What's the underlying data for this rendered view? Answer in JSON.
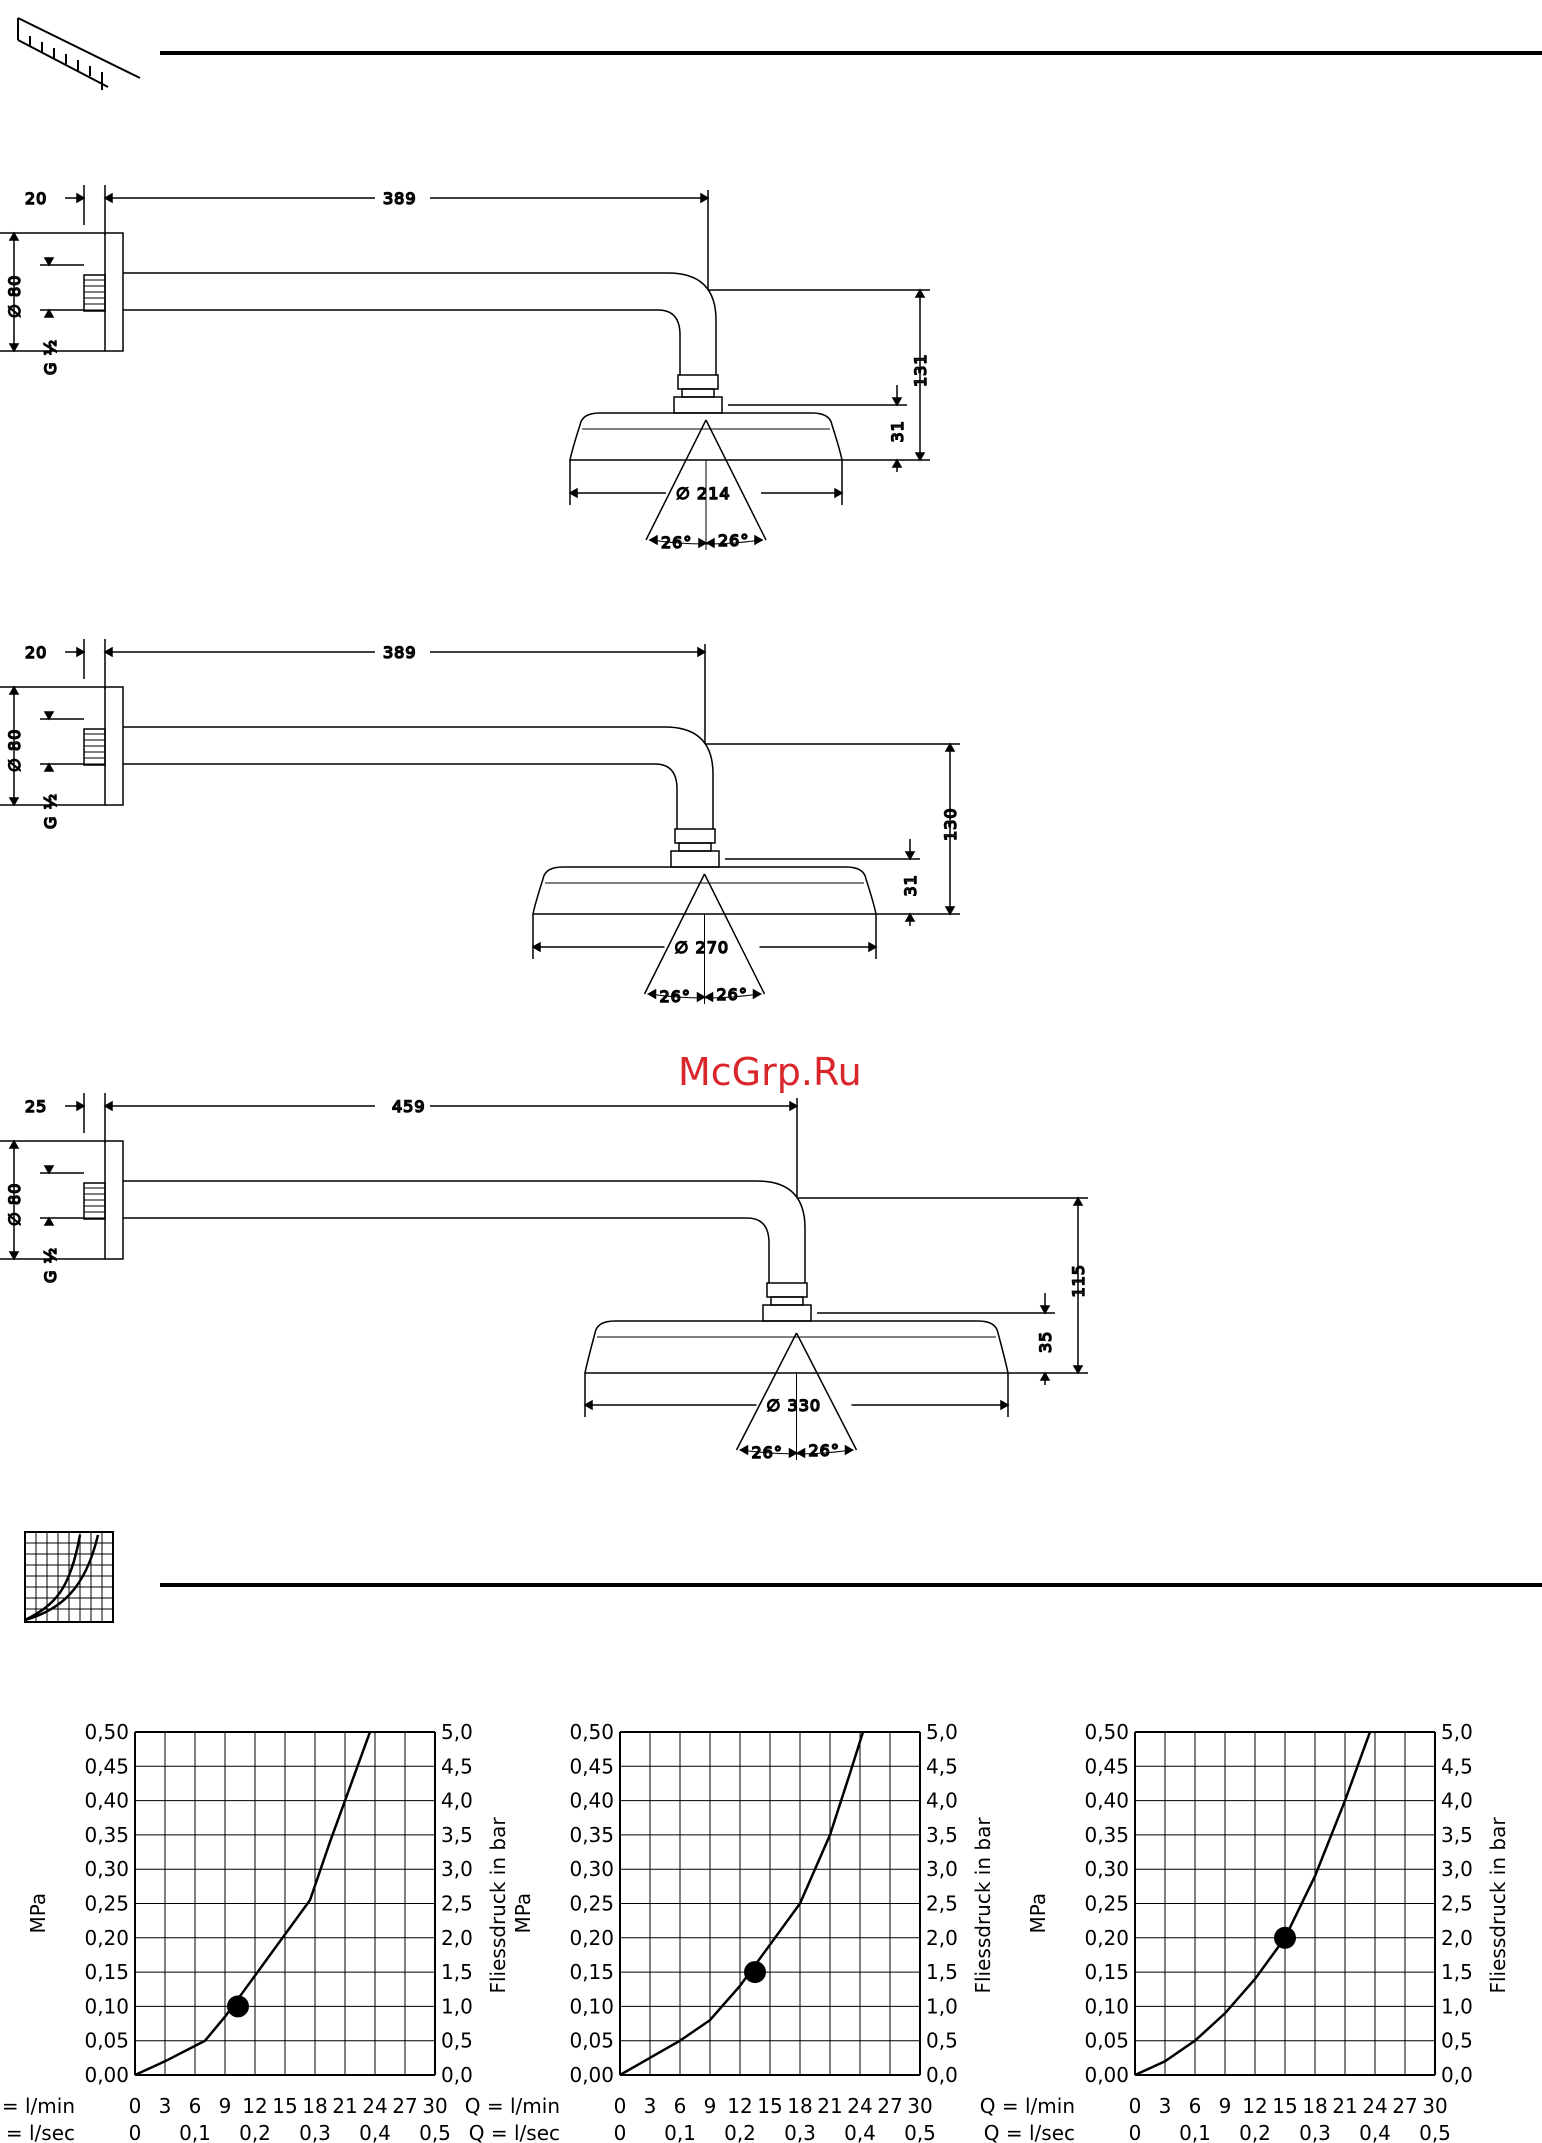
{
  "watermark": "McGrp.Ru",
  "drawings": [
    {
      "flange": "20",
      "reach": "389",
      "rose": "80",
      "thread": "G ½",
      "height": "131",
      "head_h": "31",
      "diam": "214",
      "angle_l": "26°",
      "angle_r": "26°"
    },
    {
      "flange": "20",
      "reach": "389",
      "rose": "80",
      "thread": "G ½",
      "height": "130",
      "head_h": "31",
      "diam": "270",
      "angle_l": "26°",
      "angle_r": "26°"
    },
    {
      "flange": "25",
      "reach": "459",
      "rose": "80",
      "thread": "G ½",
      "height": "115",
      "head_h": "35",
      "diam": "330",
      "angle_l": "26°",
      "angle_r": "26°"
    }
  ],
  "axis_labels": {
    "left": "MPa",
    "right": "Fliessdruck in bar",
    "q_min": "Q = l/min",
    "q_sec": "Q = l/sec"
  },
  "chart_data": [
    {
      "type": "line",
      "x_label": "Q = l/min",
      "x_ticks": [
        "0",
        "3",
        "6",
        "9",
        "12",
        "15",
        "18",
        "21",
        "24",
        "27",
        "30"
      ],
      "x2_label": "Q = l/sec",
      "x2_ticks": [
        "0",
        "0,1",
        "0,2",
        "0,3",
        "0,4",
        "0,5"
      ],
      "y_left_label": "MPa",
      "y_left_ticks": [
        "0,00",
        "0,05",
        "0,10",
        "0,15",
        "0,20",
        "0,25",
        "0,30",
        "0,35",
        "0,40",
        "0,45",
        "0,50"
      ],
      "y_right_label": "Fliessdruck in bar",
      "y_right_ticks": [
        "0,0",
        "0,5",
        "1,0",
        "1,5",
        "2,0",
        "2,5",
        "3,0",
        "3,5",
        "4,0",
        "4,5",
        "5,0"
      ],
      "xlim": [
        0,
        30
      ],
      "ylim": [
        0,
        0.5
      ],
      "series": [
        {
          "x": [
            0,
            3,
            5,
            7,
            9,
            11,
            14,
            17.5,
            19.5,
            21.5,
            23.5
          ],
          "y": [
            0,
            0.02,
            0.035,
            0.05,
            0.085,
            0.125,
            0.185,
            0.255,
            0.34,
            0.42,
            0.5
          ]
        }
      ],
      "marker": {
        "x": 10.3,
        "y": 0.1
      }
    },
    {
      "type": "line",
      "x_label": "Q = l/min",
      "x_ticks": [
        "0",
        "3",
        "6",
        "9",
        "12",
        "15",
        "18",
        "21",
        "24",
        "27",
        "30"
      ],
      "x2_label": "Q = l/sec",
      "x2_ticks": [
        "0",
        "0,1",
        "0,2",
        "0,3",
        "0,4",
        "0,5"
      ],
      "y_left_label": "MPa",
      "y_left_ticks": [
        "0,00",
        "0,05",
        "0,10",
        "0,15",
        "0,20",
        "0,25",
        "0,30",
        "0,35",
        "0,40",
        "0,45",
        "0,50"
      ],
      "y_right_label": "Fliessdruck in bar",
      "y_right_ticks": [
        "0,0",
        "0,5",
        "1,0",
        "1,5",
        "2,0",
        "2,5",
        "3,0",
        "3,5",
        "4,0",
        "4,5",
        "5,0"
      ],
      "xlim": [
        0,
        30
      ],
      "ylim": [
        0,
        0.5
      ],
      "series": [
        {
          "x": [
            0,
            3,
            6,
            9,
            12,
            15,
            18,
            21,
            23,
            24.3
          ],
          "y": [
            0,
            0.025,
            0.05,
            0.08,
            0.13,
            0.19,
            0.25,
            0.35,
            0.44,
            0.5
          ]
        }
      ],
      "marker": {
        "x": 13.5,
        "y": 0.15
      }
    },
    {
      "type": "line",
      "x_label": "Q = l/min",
      "x_ticks": [
        "0",
        "3",
        "6",
        "9",
        "12",
        "15",
        "18",
        "21",
        "24",
        "27",
        "30"
      ],
      "x2_label": "Q = l/sec",
      "x2_ticks": [
        "0",
        "0,1",
        "0,2",
        "0,3",
        "0,4",
        "0,5"
      ],
      "y_left_label": "MPa",
      "y_left_ticks": [
        "0,00",
        "0,05",
        "0,10",
        "0,15",
        "0,20",
        "0,25",
        "0,30",
        "0,35",
        "0,40",
        "0,45",
        "0,50"
      ],
      "y_right_label": "Fliessdruck in bar",
      "y_right_ticks": [
        "0,0",
        "0,5",
        "1,0",
        "1,5",
        "2,0",
        "2,5",
        "3,0",
        "3,5",
        "4,0",
        "4,5",
        "5,0"
      ],
      "xlim": [
        0,
        30
      ],
      "ylim": [
        0,
        0.5
      ],
      "series": [
        {
          "x": [
            0,
            3,
            6,
            9,
            12,
            15,
            18,
            21,
            23.5
          ],
          "y": [
            0,
            0.02,
            0.05,
            0.09,
            0.14,
            0.2,
            0.29,
            0.4,
            0.5
          ]
        }
      ],
      "marker": {
        "x": 15,
        "y": 0.2
      }
    }
  ]
}
